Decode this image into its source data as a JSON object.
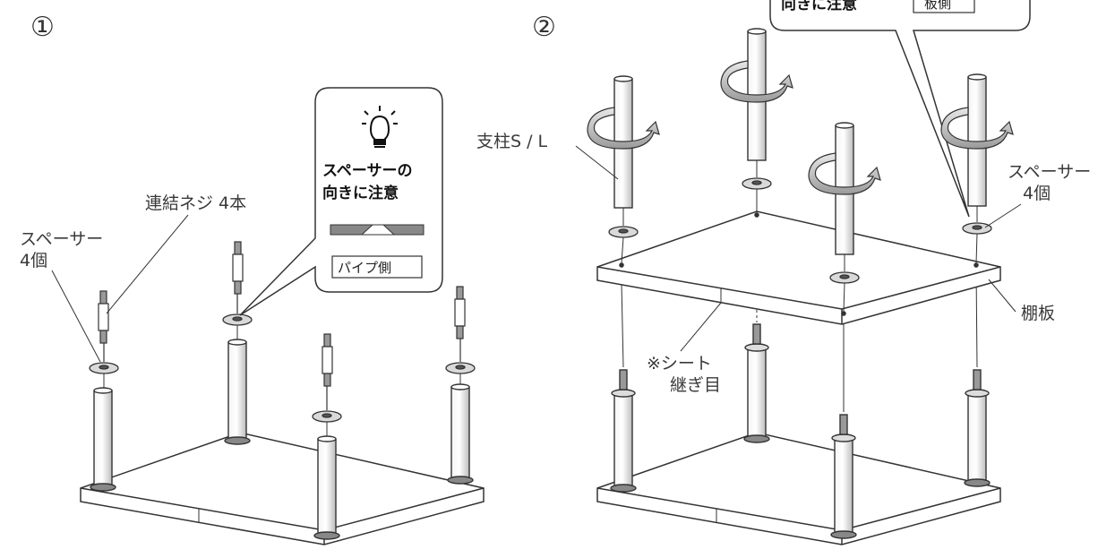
{
  "steps": {
    "step1": "①",
    "step2": "②"
  },
  "step1_labels": {
    "spacer_l1": "スペーサー",
    "spacer_l2": "4個",
    "screw": "連結ネジ 4本"
  },
  "step1_callout": {
    "icon": "lightbulb-icon",
    "title_l1": "スペーサーの",
    "title_l2": "向きに注意",
    "side_label": "パイプ側"
  },
  "step2_callout": {
    "title": "向きに注意",
    "side_label": "板側"
  },
  "step2_labels": {
    "pole": "支柱S / L",
    "spacer_l1": "スペーサー",
    "spacer_l2": "4個",
    "shelf": "棚板",
    "seam_l1": "※シート",
    "seam_l2": "継ぎ目"
  }
}
